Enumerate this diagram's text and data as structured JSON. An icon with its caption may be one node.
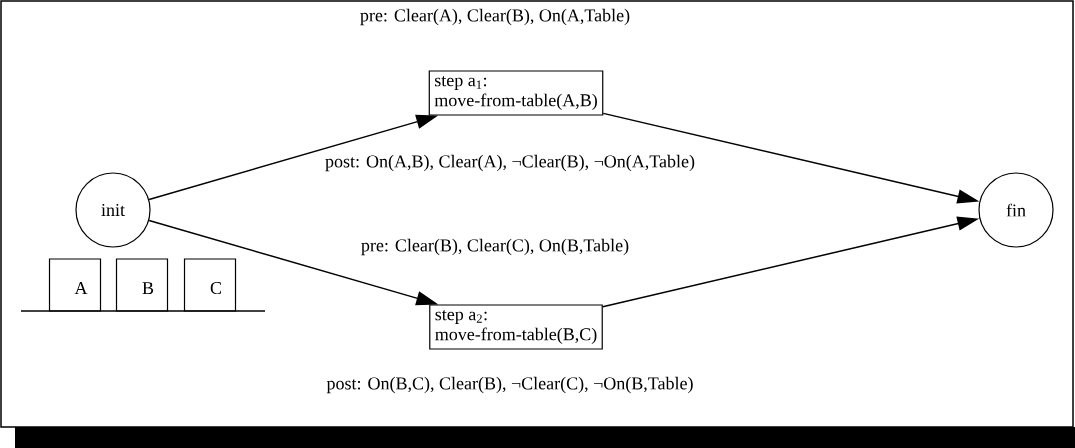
{
  "diagram": {
    "nodes": [
      {
        "text": [
          "init"
        ]
      },
      {
        "text": [
          "step a$_{1}$:",
          "move-from-table(A,B)"
        ],
        "beside": [
          "pre: Clear(A), Clear(B), On(A,Table)",
          "post: On(A,B), Clear(A), ¬Clear(B), ¬On(A,Table)"
        ]
      },
      {
        "text": [
          "step a$_{2}$:",
          "move-from-table(B,C)"
        ],
        "beside": [
          "pre: Clear(B), Clear(C), On(B,Table)",
          "post: On(B,C), Clear(B), ¬Clear(C), ¬On(B,Table)"
        ]
      },
      {
        "text": [
          "fin"
        ]
      },
      {
        "text": [
          "A"
        ]
      },
      {
        "text": [
          "B"
        ]
      },
      {
        "text": [
          "C"
        ]
      }
    ],
    "edges": [
      {
        "from": 0,
        "to": 1,
        "arrow": "to"
      },
      {
        "from": 0,
        "to": 2,
        "arrow": "to"
      },
      {
        "from": 1,
        "to": 3,
        "arrow": "to"
      },
      {
        "from": 2,
        "to": 3,
        "arrow": "to"
      }
    ]
  }
}
